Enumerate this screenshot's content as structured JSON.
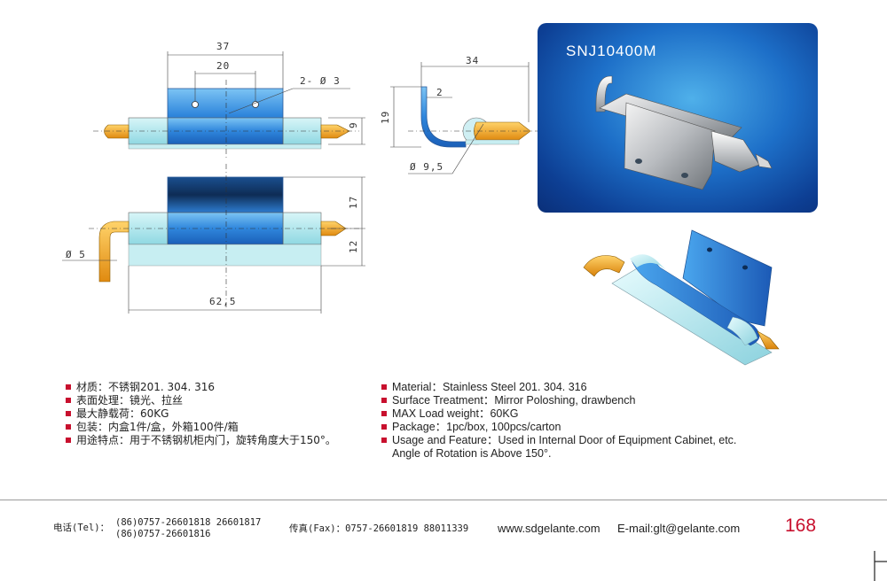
{
  "product": {
    "model": "SNJ10400M"
  },
  "dimensions": {
    "d37": "37",
    "d20": "20",
    "holes": "2- Ø 3",
    "d9": "9",
    "d34": "34",
    "d2": "2",
    "d19": "19",
    "d95": "Ø 9,5",
    "d17": "17",
    "d12": "12",
    "d5": "Ø 5",
    "d625": "62,5"
  },
  "specs_cn": [
    "材质：不锈钢201. 304. 316",
    "表面处理：镜光、拉丝",
    "最大静载荷：60KG",
    "包装：内盒1件/盒，外箱100件/箱",
    "用途特点：用于不锈钢机柜内门，旋转角度大于150°。"
  ],
  "specs_en": [
    "Material：Stainless Steel 201. 304. 316",
    "Surface Treatment：Mirror Poloshing, drawbench",
    "MAX Load weight：60KG",
    "Package：1pc/box, 100pcs/carton",
    "Usage and Feature：Used in Internal Door of Equipment Cabinet, etc."
  ],
  "specs_en_cont": "Angle of Rotation is Above 150°.",
  "footer": {
    "tel_label": "电话(Tel)：",
    "tel_line1": "(86)0757-26601818  26601817",
    "tel_line2": "(86)0757-26601816",
    "fax": "传真(Fax)：0757-26601819 88011339",
    "web": "www.sdgelante.com",
    "email": "E-mail:glt@gelante.com",
    "page": "168"
  },
  "colors": {
    "accent": "#c8102e",
    "plate_blue": "#3a8fe0",
    "barrel_light": "#aee8ee",
    "pin_orange": "#f2a320"
  }
}
